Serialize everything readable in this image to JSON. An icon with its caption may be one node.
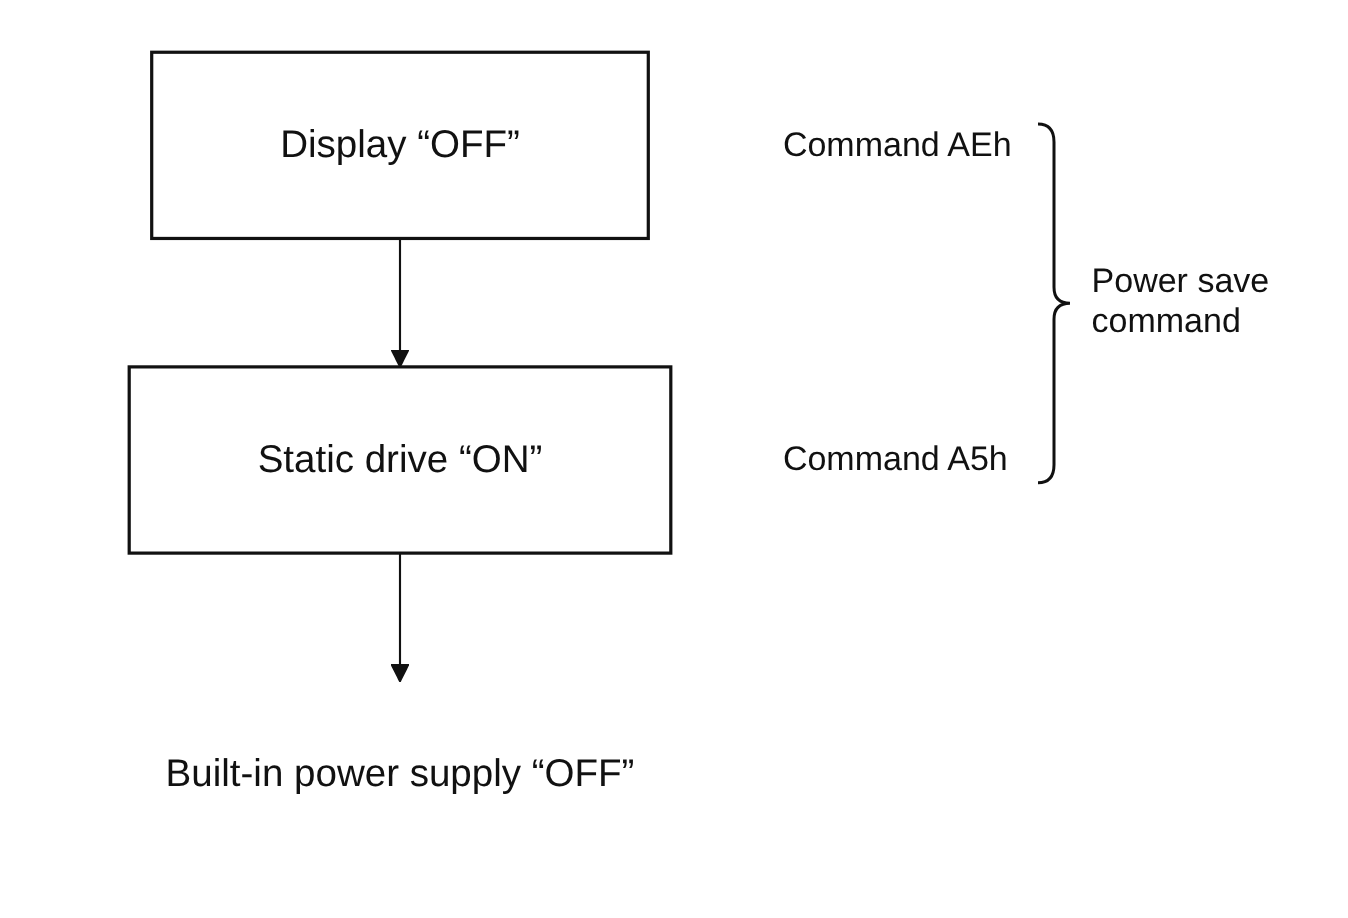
{
  "diagram": {
    "nodes": [
      {
        "text": [
          "Display “OFF”"
        ],
        "beside": [
          "Command AEh"
        ]
      },
      {
        "text": [
          "Static drive “ON”"
        ],
        "beside": [
          "Command A5h"
        ]
      },
      {
        "text": [
          "Built-in power supply “OFF”"
        ]
      }
    ],
    "edges": [
      {
        "from": 0,
        "to": 1,
        "arrow": "to"
      },
      {
        "from": 1,
        "to": 2,
        "arrow": "to"
      }
    ],
    "labels": [
      "Power save command"
    ]
  }
}
